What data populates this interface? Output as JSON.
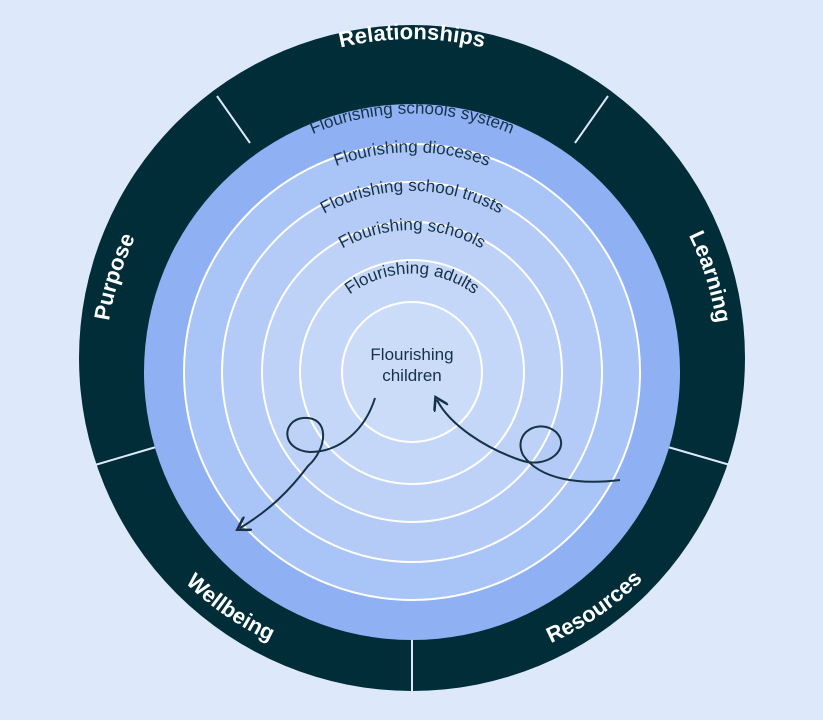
{
  "outer_segments": [
    {
      "label": "Relationships"
    },
    {
      "label": "Learning"
    },
    {
      "label": "Resources"
    },
    {
      "label": "Wellbeing"
    },
    {
      "label": "Purpose"
    }
  ],
  "rings": [
    {
      "label": "Flourishing schools system"
    },
    {
      "label": "Flourishing dioceses"
    },
    {
      "label": "Flourishing school trusts"
    },
    {
      "label": "Flourishing schools"
    },
    {
      "label": "Flourishing adults"
    }
  ],
  "center": {
    "line1": "Flourishing",
    "line2": "children"
  },
  "colors": {
    "background": "#dde9fb",
    "outer_band": "#002d37",
    "ring_fill": "#8fb1f3",
    "ring_inner_fill": "#c9dbf8",
    "ring_stroke": "#ffffff",
    "text_dark": "#163246",
    "arrow": "#163246"
  }
}
